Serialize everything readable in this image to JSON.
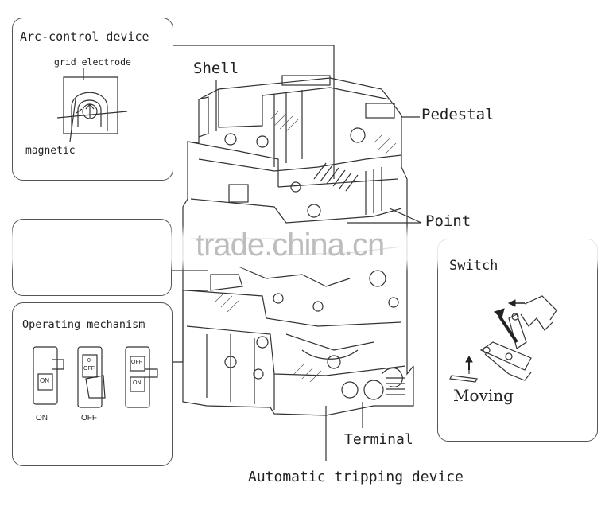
{
  "labels": {
    "arc_control": "Arc-control device",
    "grid_electrode": "grid electrode",
    "magnetic": "magnetic",
    "shell": "Shell",
    "pedestal": "Pedestal",
    "point": "Point",
    "switch": "Switch",
    "moving": "Moving",
    "operating_mechanism": "Operating mechanism",
    "on": "ON",
    "off": "OFF",
    "terminal": "Terminal",
    "automatic_tripping": "Automatic tripping device"
  },
  "switch_glyphs": {
    "on_text": "ON",
    "off_text": "OFF",
    "zero_text": "0"
  },
  "watermark": "trade.china.cn"
}
